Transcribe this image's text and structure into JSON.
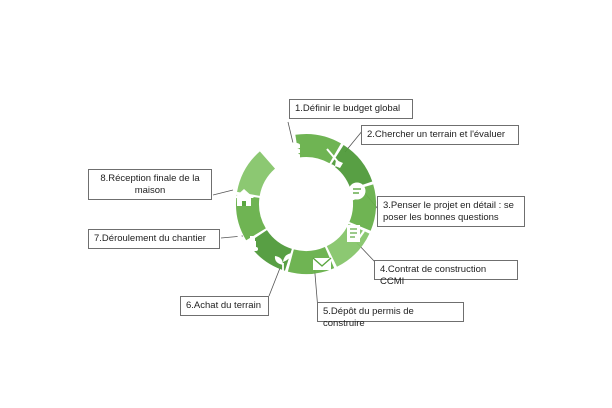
{
  "colors": {
    "segment_dark": "#4f9a3a",
    "segment_mid": "#67b04a",
    "segment_light": "#86c56a",
    "separator": "#ffffff",
    "connector": "#555555",
    "box_border": "#6f6f6f"
  },
  "steps": [
    {
      "label": "1.Définir le budget global",
      "icon": "coins-icon"
    },
    {
      "label": "2.Chercher un terrain et l'évaluer",
      "icon": "shovel-icon"
    },
    {
      "label": "3.Penser le projet en détail : se poser les bonnes questions",
      "icon": "speech-bubble-icon"
    },
    {
      "label": "4.Contrat de construction CCMI",
      "icon": "contract-icon"
    },
    {
      "label": "5.Dépôt du permis de construire",
      "icon": "envelope-icon"
    },
    {
      "label": "6.Achat du terrain",
      "icon": "sprout-icon"
    },
    {
      "label": "7.Déroulement du chantier",
      "icon": "excavator-icon"
    },
    {
      "label": "8.Réception finale de la maison",
      "icon": "house-icon"
    }
  ]
}
